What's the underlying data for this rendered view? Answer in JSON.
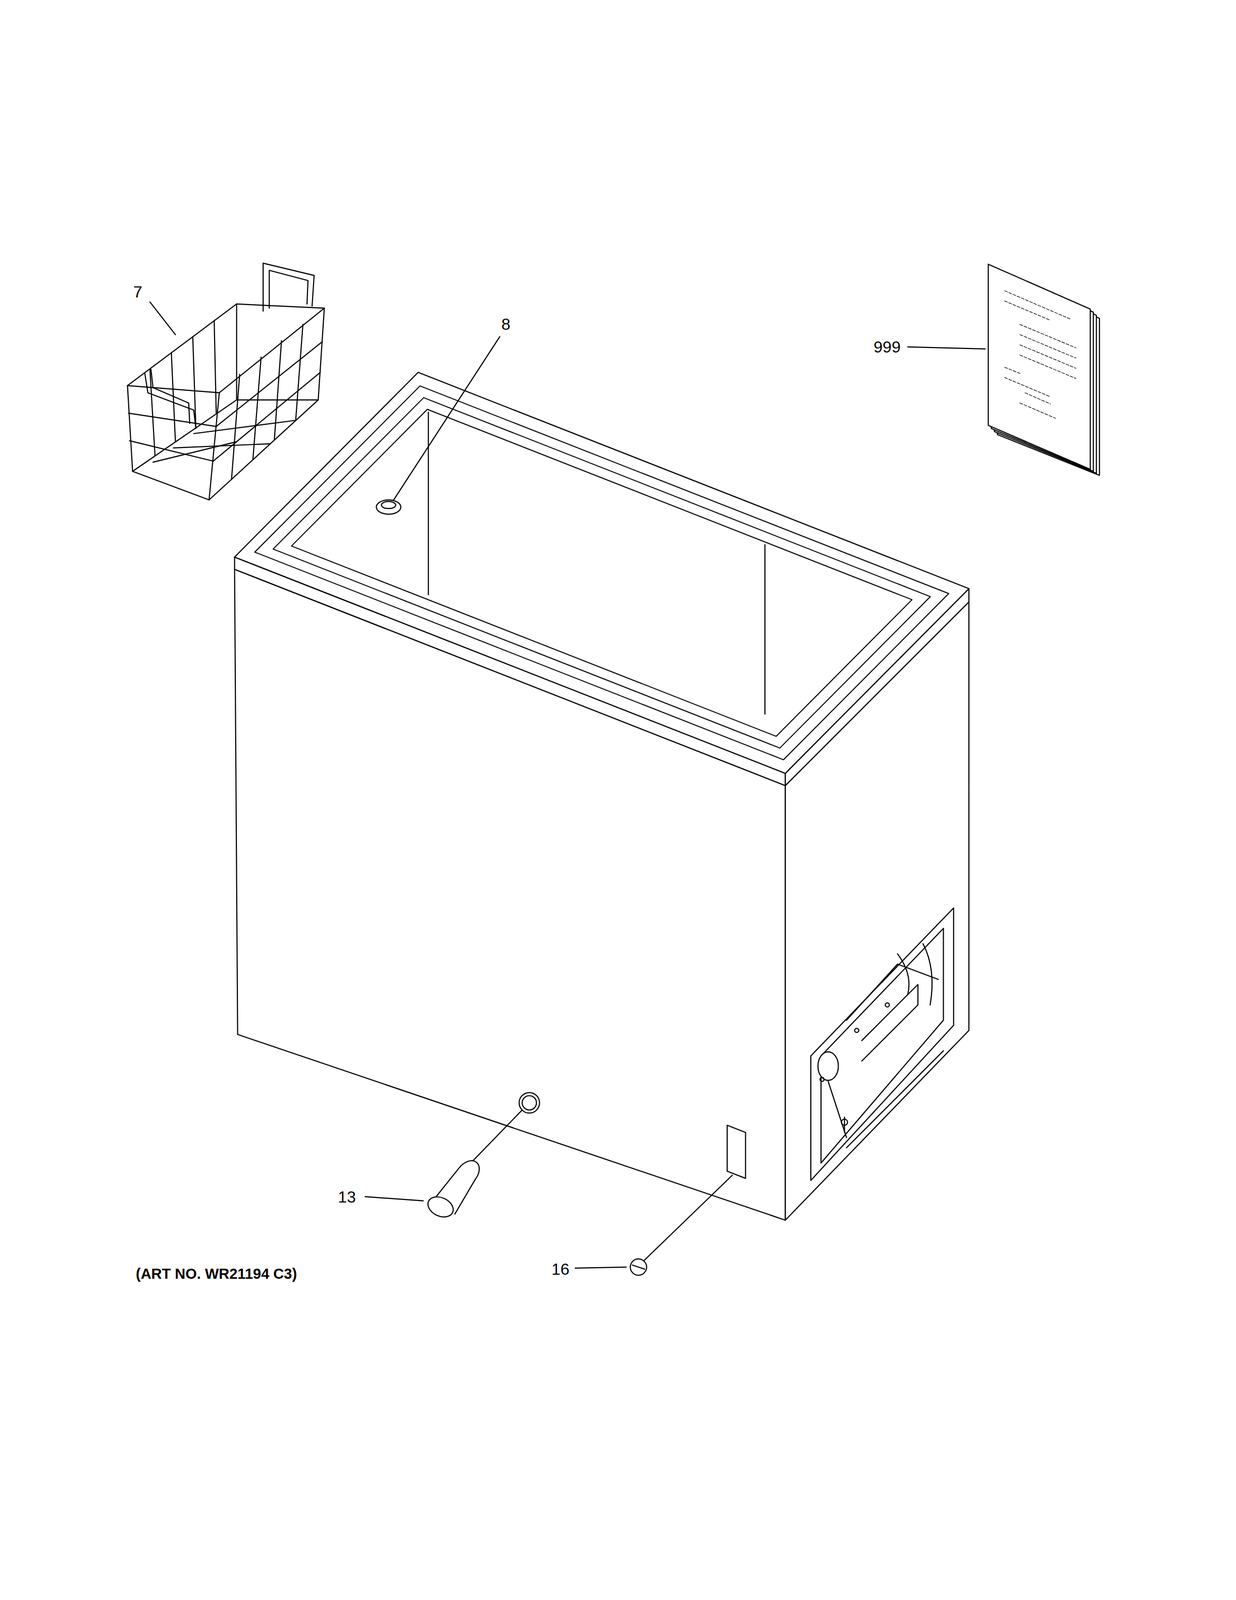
{
  "diagram": {
    "labels": [
      "7",
      "8",
      "999",
      "13",
      "16",
      "(ART NO. WR21194 C3)"
    ]
  }
}
